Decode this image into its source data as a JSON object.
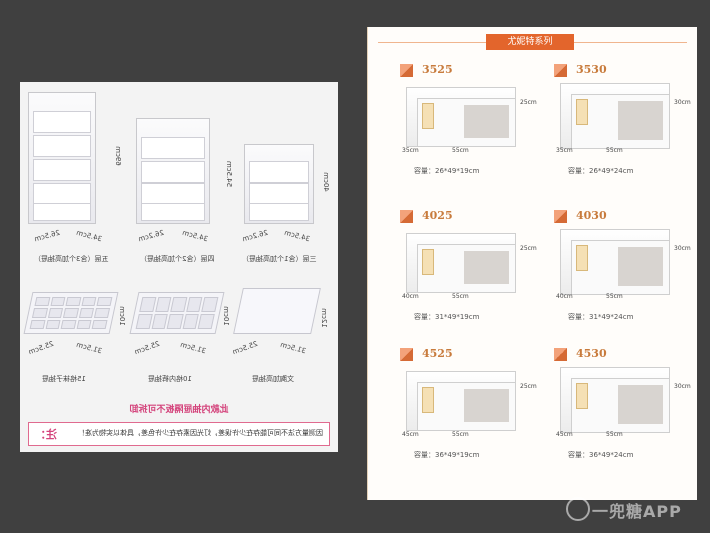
{
  "left_panel": {
    "top_items": [
      {
        "height": "69cm",
        "width": "26.5cm",
        "depth": "34.5cm",
        "caption": "五层（含3个加高抽屉）"
      },
      {
        "height": "54.5cm",
        "width": "26.2cm",
        "depth": "34.5cm",
        "caption": "四层（含2个加高抽屉）"
      },
      {
        "height": "40cm",
        "width": "26.2cm",
        "depth": "34.5cm",
        "caption": "三层（含1个加高抽屉）"
      }
    ],
    "bottom_items": [
      {
        "height": "10cm",
        "width": "25.5cm",
        "depth": "31.5cm",
        "caption": "15格袜子抽屉"
      },
      {
        "height": "10cm",
        "width": "25.5cm",
        "depth": "31.5cm",
        "caption": "10格内裤抽屉"
      },
      {
        "height": "12cm",
        "width": "25.5cm",
        "depth": "31.5cm",
        "caption": "文胸加高抽屉"
      }
    ],
    "red_note": "此款内抽屉隔板不可拆卸",
    "note_mark": "注：",
    "note_text": "因测量方法不同可能存在少许误差，灯光因素存在少许色差，具体以实物为准！"
  },
  "right_panel": {
    "series_title": "尤妮特系列",
    "products": [
      {
        "code": "3525",
        "height": "25cm",
        "width": "55cm",
        "depth": "35cm",
        "capacity": "容量：26*49*19cm"
      },
      {
        "code": "3530",
        "height": "30cm",
        "width": "55cm",
        "depth": "35cm",
        "capacity": "容量：26*49*24cm"
      },
      {
        "code": "4025",
        "height": "25cm",
        "width": "55cm",
        "depth": "40cm",
        "capacity": "容量：31*49*19cm"
      },
      {
        "code": "4030",
        "height": "30cm",
        "width": "55cm",
        "depth": "40cm",
        "capacity": "容量：31*49*24cm"
      },
      {
        "code": "4525",
        "height": "25cm",
        "width": "55cm",
        "depth": "45cm",
        "capacity": "容量：36*49*19cm"
      },
      {
        "code": "4530",
        "height": "30cm",
        "width": "55cm",
        "depth": "45cm",
        "capacity": "容量：36*49*24cm"
      }
    ]
  },
  "watermark": "一兜糖APP",
  "colors": {
    "accent": "#e3652c",
    "pink": "#d4447c",
    "code": "#c87b3c"
  }
}
